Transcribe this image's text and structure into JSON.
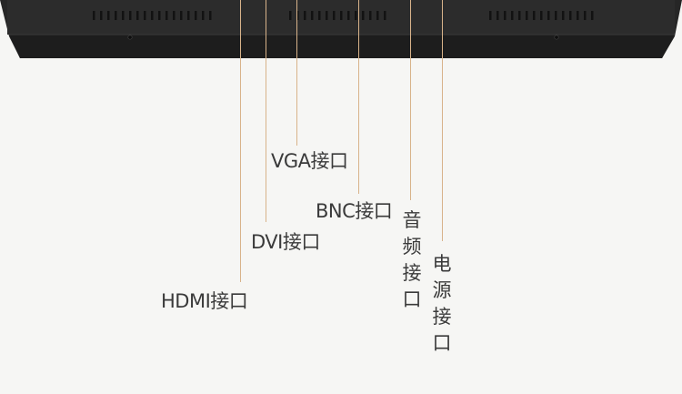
{
  "ports": {
    "hdmi": "HDMI接口",
    "dvi": "DVI接口",
    "vga": "VGA接口",
    "bnc": "BNC接口",
    "audio": "音频接口",
    "power": "电源接口"
  },
  "colors": {
    "background": "#f6f6f4",
    "device_body": "#2a2a2a",
    "leader_line": "#d8b38a",
    "label_text": "#3a3a3a"
  }
}
